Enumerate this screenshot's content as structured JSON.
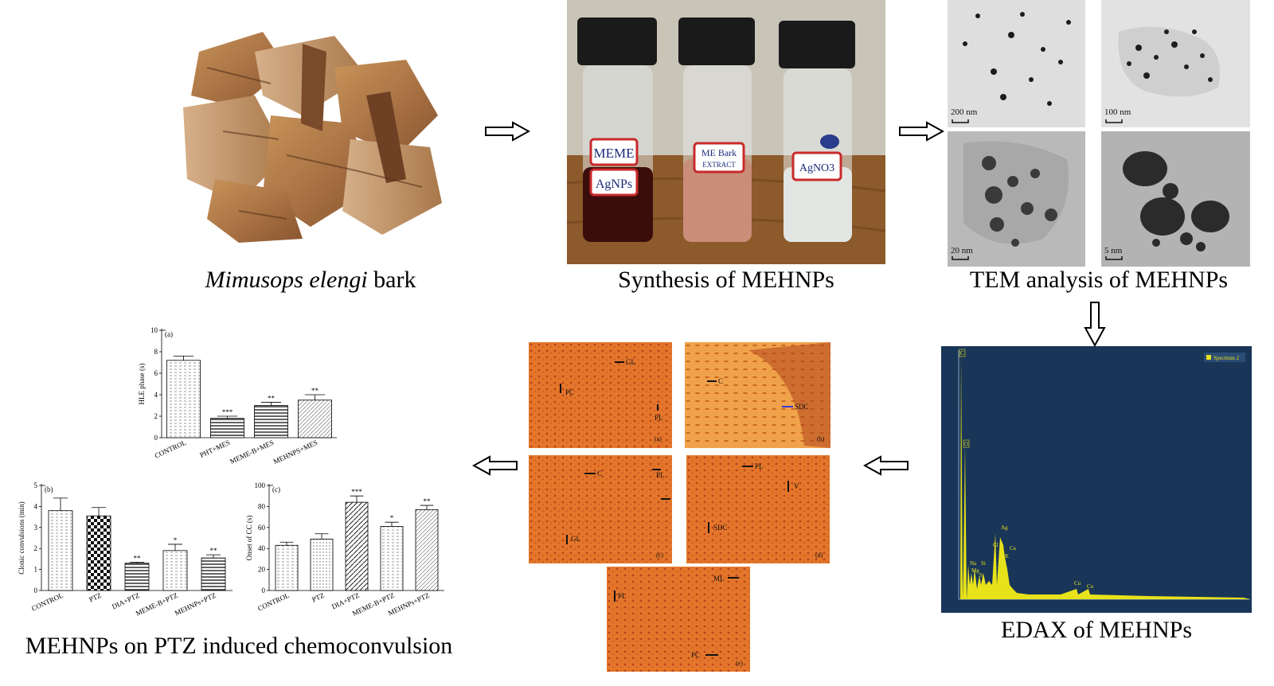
{
  "captions": {
    "bark_species": "Mimusops elengi",
    "bark_suffix": " bark",
    "synthesis": "Synthesis of MEHNPs",
    "tem": "TEM analysis of MEHNPs",
    "edax": "EDAX of MEHNPs",
    "ptz": "MEHNPs on PTZ induced chemoconvulsion"
  },
  "vial_labels": {
    "v1_top": "MEME",
    "v1_bottom": "AgNPs",
    "v2_top": "ME Bark",
    "v2_sub": "EXTRACT",
    "v3": "AgNO3"
  },
  "tem_scales": [
    "200 nm",
    "100 nm",
    "20 nm",
    "5 nm"
  ],
  "edax": {
    "legend": "Spectrum 2",
    "peaks": [
      "C",
      "O",
      "Na",
      "Mg",
      "Si",
      "S",
      "Ag",
      "Cl",
      "Ca",
      "K",
      "Cu",
      "Cu"
    ]
  },
  "histology": {
    "a": [
      "GL",
      "PC",
      "PL",
      "(a)"
    ],
    "b": [
      "C",
      "SDC",
      "(b)"
    ],
    "c": [
      "C",
      "PL",
      "GL",
      "(c)"
    ],
    "d": [
      "PL",
      "V",
      "SDC",
      "(d)"
    ],
    "e": [
      "ML",
      "PL",
      "PC",
      "(e)"
    ]
  },
  "colors": {
    "edax_bg": "#1d3a5e",
    "edax_peak": "#e7e21a",
    "histo_bg": "#e4762b",
    "vial_cap": "#1a1a1a"
  },
  "chart_data": [
    {
      "type": "bar",
      "panel_label": "(a)",
      "categories": [
        "CONTROL",
        "PHT+MES",
        "MEME-B+MES",
        "MEHNPS+MES"
      ],
      "values": [
        7.2,
        1.8,
        3.0,
        3.5
      ],
      "errors": [
        0.4,
        0.2,
        0.3,
        0.5
      ],
      "significance": [
        "",
        "***",
        "**",
        "**"
      ],
      "ylabel": "HLE phase (s)",
      "ylim": [
        0,
        10
      ],
      "yticks": [
        0,
        2,
        4,
        6,
        8,
        10
      ]
    },
    {
      "type": "bar",
      "panel_label": "(b)",
      "categories": [
        "CONTROL",
        "PTZ",
        "DIA+PTZ",
        "MEME-B+PTZ",
        "MEHNPs+PTZ"
      ],
      "values": [
        3.8,
        3.55,
        1.3,
        1.9,
        1.55
      ],
      "errors": [
        0.6,
        0.4,
        0.05,
        0.3,
        0.15
      ],
      "significance": [
        "",
        "",
        "**",
        "*",
        "**"
      ],
      "ylabel": "Clonic convulsions (min)",
      "ylim": [
        0,
        5
      ],
      "yticks": [
        0,
        1,
        2,
        3,
        4,
        5
      ]
    },
    {
      "type": "bar",
      "panel_label": "(c)",
      "categories": [
        "CONTROL",
        "PTZ",
        "DIA+PTZ",
        "MEME-B+PTZ",
        "MEHNPs+PTZ"
      ],
      "values": [
        43,
        49,
        84,
        61,
        77
      ],
      "errors": [
        3,
        5,
        6,
        4,
        4
      ],
      "significance": [
        "",
        "",
        "***",
        "*",
        "**"
      ],
      "ylabel": "Onset of CC (s)",
      "ylim": [
        0,
        100
      ],
      "yticks": [
        0,
        20,
        40,
        60,
        80,
        100
      ]
    }
  ]
}
